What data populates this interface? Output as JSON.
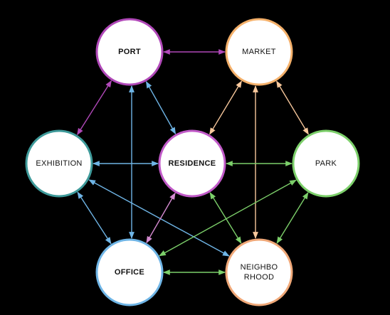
{
  "nodes": [
    {
      "id": "port",
      "label_lines": [
        "PORT"
      ],
      "color": "#b048b8",
      "bold": true
    },
    {
      "id": "market",
      "label_lines": [
        "MARKET"
      ],
      "color": "#f4b06a",
      "bold": false
    },
    {
      "id": "exhibition",
      "label_lines": [
        "EXHIBITION"
      ],
      "color": "#3e9a9a",
      "bold": false
    },
    {
      "id": "residence",
      "label_lines": [
        "RESIDENCE"
      ],
      "color": "#c15ac8",
      "bold": true
    },
    {
      "id": "park",
      "label_lines": [
        "PARK"
      ],
      "color": "#7ccf6a",
      "bold": false
    },
    {
      "id": "office",
      "label_lines": [
        "OFFICE"
      ],
      "color": "#6fb5e6",
      "bold": true
    },
    {
      "id": "neighborhood",
      "label_lines": [
        "NEIGHBO",
        "RHOOD"
      ],
      "color": "#f0a878",
      "bold": false
    }
  ],
  "edges": [
    {
      "from": "port",
      "to": "market",
      "color": "#b048b8"
    },
    {
      "from": "port",
      "to": "exhibition",
      "color": "#b048b8"
    },
    {
      "from": "port",
      "to": "residence",
      "color": "#6fb5e6"
    },
    {
      "from": "port",
      "to": "office",
      "color": "#6fb5e6"
    },
    {
      "from": "market",
      "to": "residence",
      "color": "#f8c89c"
    },
    {
      "from": "market",
      "to": "park",
      "color": "#f8c89c"
    },
    {
      "from": "market",
      "to": "neighborhood",
      "color": "#f8c89c"
    },
    {
      "from": "exhibition",
      "to": "residence",
      "color": "#6fb5e6"
    },
    {
      "from": "exhibition",
      "to": "office",
      "color": "#6fb5e6"
    },
    {
      "from": "exhibition",
      "to": "neighborhood",
      "color": "#6fb5e6"
    },
    {
      "from": "residence",
      "to": "park",
      "color": "#7ccf6a"
    },
    {
      "from": "residence",
      "to": "office",
      "color": "#d48ad0"
    },
    {
      "from": "residence",
      "to": "neighborhood",
      "color": "#7ccf6a"
    },
    {
      "from": "park",
      "to": "office",
      "color": "#7ccf6a"
    },
    {
      "from": "park",
      "to": "neighborhood",
      "color": "#7ccf6a"
    },
    {
      "from": "office",
      "to": "neighborhood",
      "color": "#7ccf6a"
    }
  ]
}
